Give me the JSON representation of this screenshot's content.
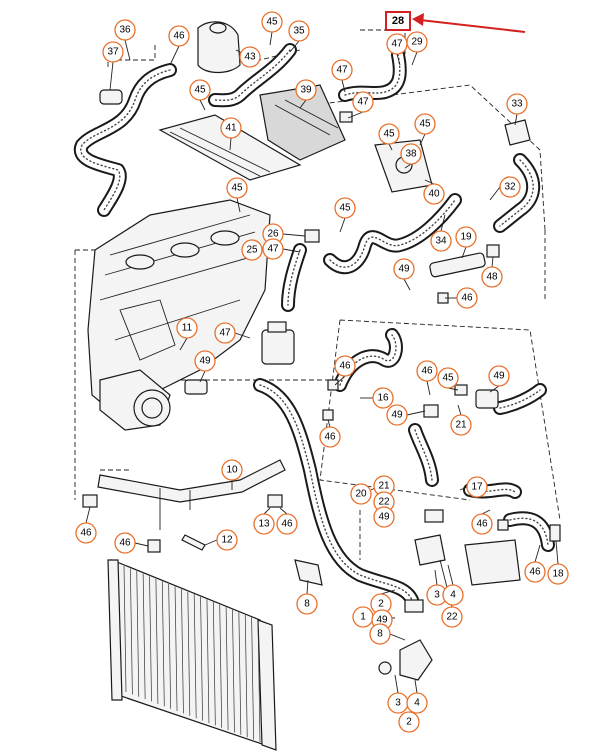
{
  "highlight": {
    "label": "28"
  },
  "callouts": [
    {
      "id": "c36",
      "label": "36"
    },
    {
      "id": "c46a",
      "label": "46"
    },
    {
      "id": "c45a",
      "label": "45"
    },
    {
      "id": "c35",
      "label": "35"
    },
    {
      "id": "c37",
      "label": "37"
    },
    {
      "id": "c43",
      "label": "43"
    },
    {
      "id": "c47a",
      "label": "47"
    },
    {
      "id": "c29",
      "label": "29"
    },
    {
      "id": "c45b",
      "label": "45"
    },
    {
      "id": "c39",
      "label": "39"
    },
    {
      "id": "c47b",
      "label": "47"
    },
    {
      "id": "c47c",
      "label": "47"
    },
    {
      "id": "c33",
      "label": "33"
    },
    {
      "id": "c41",
      "label": "41"
    },
    {
      "id": "c45c",
      "label": "45"
    },
    {
      "id": "c45d",
      "label": "45"
    },
    {
      "id": "c38",
      "label": "38"
    },
    {
      "id": "c40",
      "label": "40"
    },
    {
      "id": "c32",
      "label": "32"
    },
    {
      "id": "c45e",
      "label": "45"
    },
    {
      "id": "c45f",
      "label": "45"
    },
    {
      "id": "c26",
      "label": "26"
    },
    {
      "id": "c25",
      "label": "25"
    },
    {
      "id": "c47d",
      "label": "47"
    },
    {
      "id": "c34",
      "label": "34"
    },
    {
      "id": "c19",
      "label": "19"
    },
    {
      "id": "c49a",
      "label": "49"
    },
    {
      "id": "c48",
      "label": "48"
    },
    {
      "id": "c46b",
      "label": "46"
    },
    {
      "id": "c11",
      "label": "11"
    },
    {
      "id": "c47e",
      "label": "47"
    },
    {
      "id": "c49b",
      "label": "49"
    },
    {
      "id": "c46c",
      "label": "46"
    },
    {
      "id": "c46d",
      "label": "46"
    },
    {
      "id": "c45g",
      "label": "45"
    },
    {
      "id": "c49c",
      "label": "49"
    },
    {
      "id": "c16",
      "label": "16"
    },
    {
      "id": "c49d",
      "label": "49"
    },
    {
      "id": "c21a",
      "label": "21"
    },
    {
      "id": "c46e",
      "label": "46"
    },
    {
      "id": "c10",
      "label": "10"
    },
    {
      "id": "c20",
      "label": "20"
    },
    {
      "id": "c21b",
      "label": "21"
    },
    {
      "id": "c22a",
      "label": "22"
    },
    {
      "id": "c17",
      "label": "17"
    },
    {
      "id": "c49e",
      "label": "49"
    },
    {
      "id": "c46f",
      "label": "46"
    },
    {
      "id": "c13",
      "label": "13"
    },
    {
      "id": "c46g",
      "label": "46"
    },
    {
      "id": "c46h",
      "label": "46"
    },
    {
      "id": "c12",
      "label": "12"
    },
    {
      "id": "c46i",
      "label": "46"
    },
    {
      "id": "c46j",
      "label": "46"
    },
    {
      "id": "c18",
      "label": "18"
    },
    {
      "id": "c8a",
      "label": "8"
    },
    {
      "id": "c3a",
      "label": "3"
    },
    {
      "id": "c4a",
      "label": "4"
    },
    {
      "id": "c2a",
      "label": "2"
    },
    {
      "id": "c1",
      "label": "1"
    },
    {
      "id": "c49f",
      "label": "49"
    },
    {
      "id": "c22b",
      "label": "22"
    },
    {
      "id": "c8b",
      "label": "8"
    },
    {
      "id": "c3b",
      "label": "3"
    },
    {
      "id": "c4b",
      "label": "4"
    },
    {
      "id": "c2b",
      "label": "2"
    }
  ]
}
